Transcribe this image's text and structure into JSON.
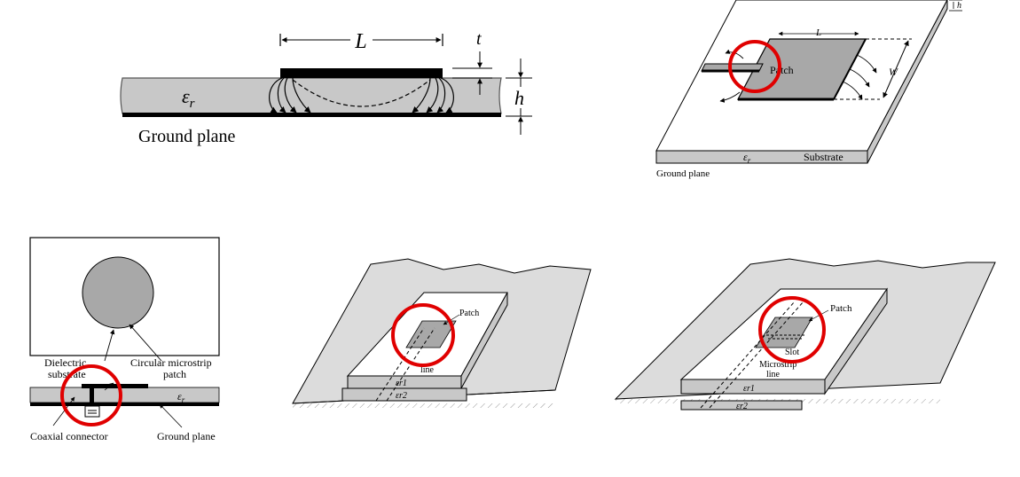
{
  "diagram1": {
    "dim_L": "L",
    "dim_t": "t",
    "dim_h": "h",
    "eps": "ε",
    "eps_sub": "r",
    "ground": "Ground plane"
  },
  "diagram2": {
    "h": "h",
    "L": "L",
    "W": "W",
    "patch": "Patch",
    "eps": "ε",
    "eps_sub": "r",
    "substrate": "Substrate",
    "ground": "Ground plane"
  },
  "diagram3": {
    "dielectric": "Dielectric",
    "substrate": "substrate",
    "circular": "Circular microstrip",
    "patch": "patch",
    "eps": "ε",
    "eps_sub": "r",
    "coax": "Coaxial connector",
    "ground": "Ground plane"
  },
  "diagram4": {
    "patch": "Patch",
    "line": "line",
    "er1": "εr1",
    "er2": "εr2"
  },
  "diagram5": {
    "patch": "Patch",
    "slot": "Slot",
    "microstrip": "Microstrip",
    "line": "line",
    "er1": "εr1",
    "er2": "εr2"
  },
  "colors": {
    "substrate_fill": "#c8c8c8",
    "patch_fill": "#a8a8a8",
    "highlight": "#e00000"
  }
}
